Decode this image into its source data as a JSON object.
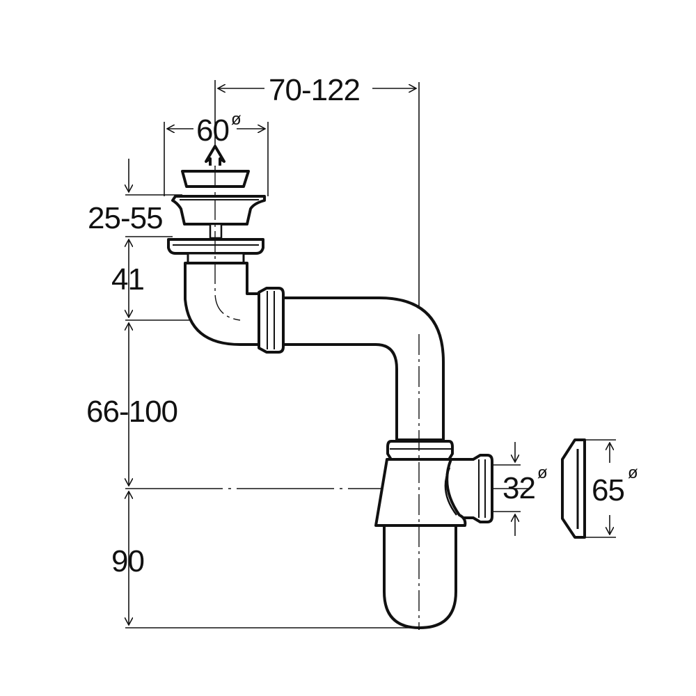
{
  "title": "Bottle trap with strainer waste – dimension drawing",
  "colors": {
    "line": "#111111",
    "background": "#ffffff"
  },
  "dimensions": {
    "horizontal_offset": "70-122",
    "strainer_diameter": "60",
    "strainer_height": "25-55",
    "flange_to_center": "41",
    "vertical_offset": "66-100",
    "trap_height": "90",
    "outlet_diameter": "32",
    "rosette_diameter": "65",
    "diameter_symbol": "ø"
  }
}
